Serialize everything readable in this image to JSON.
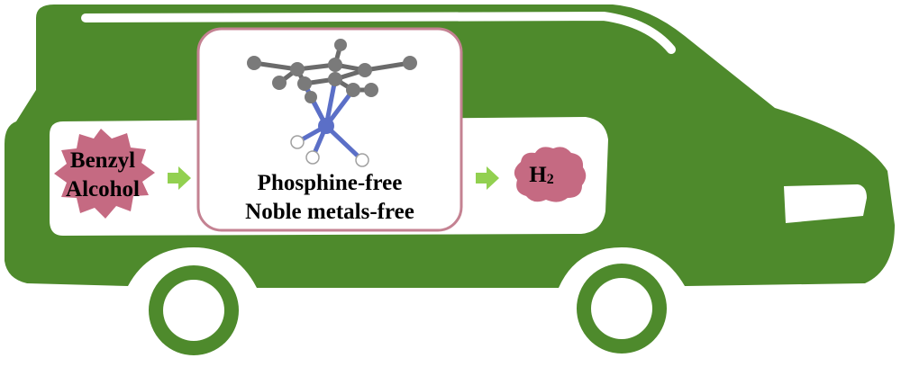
{
  "reactant": {
    "line1": "Benzyl",
    "line2": "Alcohol"
  },
  "catalyst": {
    "line1": "Phosphine-free",
    "line2": "Noble metals-free"
  },
  "product": {
    "base": "H",
    "subscript": "2"
  },
  "colors": {
    "car_body": "#4e8a2c",
    "window": "#ffffff",
    "badge": "#c56a82",
    "catalyst_border": "#c48292",
    "arrow": "#92d050",
    "metal_atom": "#5b6fc7",
    "carbon_atom": "#808080",
    "hydrogen_atom": "#ffffff"
  },
  "icons": [
    "car-icon",
    "molecule-icon",
    "wheel-icon",
    "starburst-badge",
    "cloud-badge",
    "arrow-right-icon"
  ]
}
